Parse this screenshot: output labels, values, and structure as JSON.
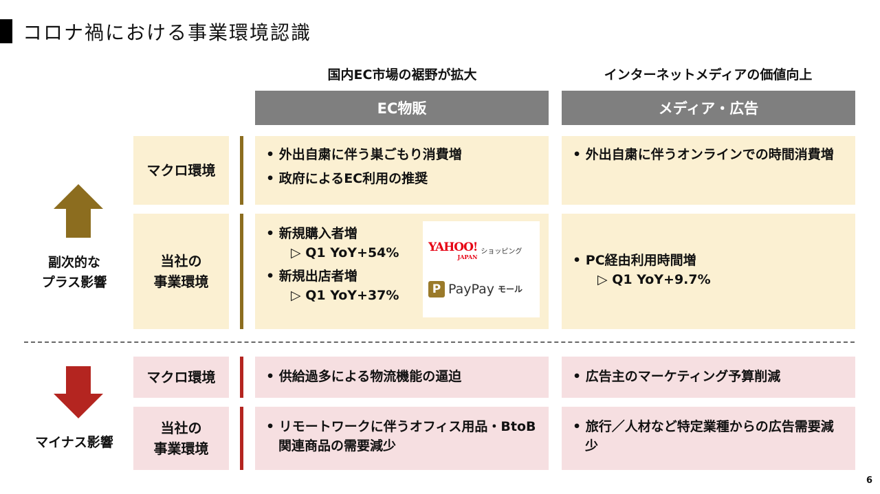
{
  "title": "コロナ禍における事業環境認識",
  "columns": [
    {
      "heading": "国内EC市場の裾野が拡大",
      "label": "EC物販"
    },
    {
      "heading": "インターネットメディアの価値向上",
      "label": "メディア・広告"
    }
  ],
  "plus": {
    "label": "副次的な\nプラス影響",
    "macro": {
      "label": "マクロ環境",
      "ec": [
        "外出自粛に伴う巣ごもり消費増",
        "政府によるEC利用の推奨"
      ],
      "media": [
        "外出自粛に伴うオンラインでの時間消費増"
      ]
    },
    "company": {
      "label": "当社の\n事業環境",
      "ec": [
        {
          "text": "新規購入者増",
          "sub": "▷ Q1 YoY+54%"
        },
        {
          "text": "新規出店者増",
          "sub": "▷ Q1 YoY+37%"
        }
      ],
      "media": [
        {
          "text": "PC経由利用時間増",
          "sub": "▷ Q1 YoY+9.7%"
        }
      ],
      "logos": {
        "yahoo": "YAHOO!",
        "yahoo_sub": "JAPAN",
        "yahoo_service": "ショッピング",
        "paypay": "PayPay",
        "paypay_service": "モール"
      }
    }
  },
  "minus": {
    "label": "マイナス影響",
    "macro": {
      "label": "マクロ環境",
      "ec": [
        "供給過多による物流機能の逼迫"
      ],
      "media": [
        "広告主のマーケティング予算削減"
      ]
    },
    "company": {
      "label": "当社の\n事業環境",
      "ec": [
        "リモートワークに伴うオフィス用品・BtoB関連商品の需要減少"
      ],
      "media": [
        "旅行／人材など特定業種からの広告需要減少"
      ]
    }
  },
  "page_number": "6",
  "colors": {
    "gold": "#8c6d1f",
    "red": "#b42520",
    "cream": "#fbf0d2",
    "pink": "#f6dfe1",
    "gray": "#7f7f7f"
  }
}
